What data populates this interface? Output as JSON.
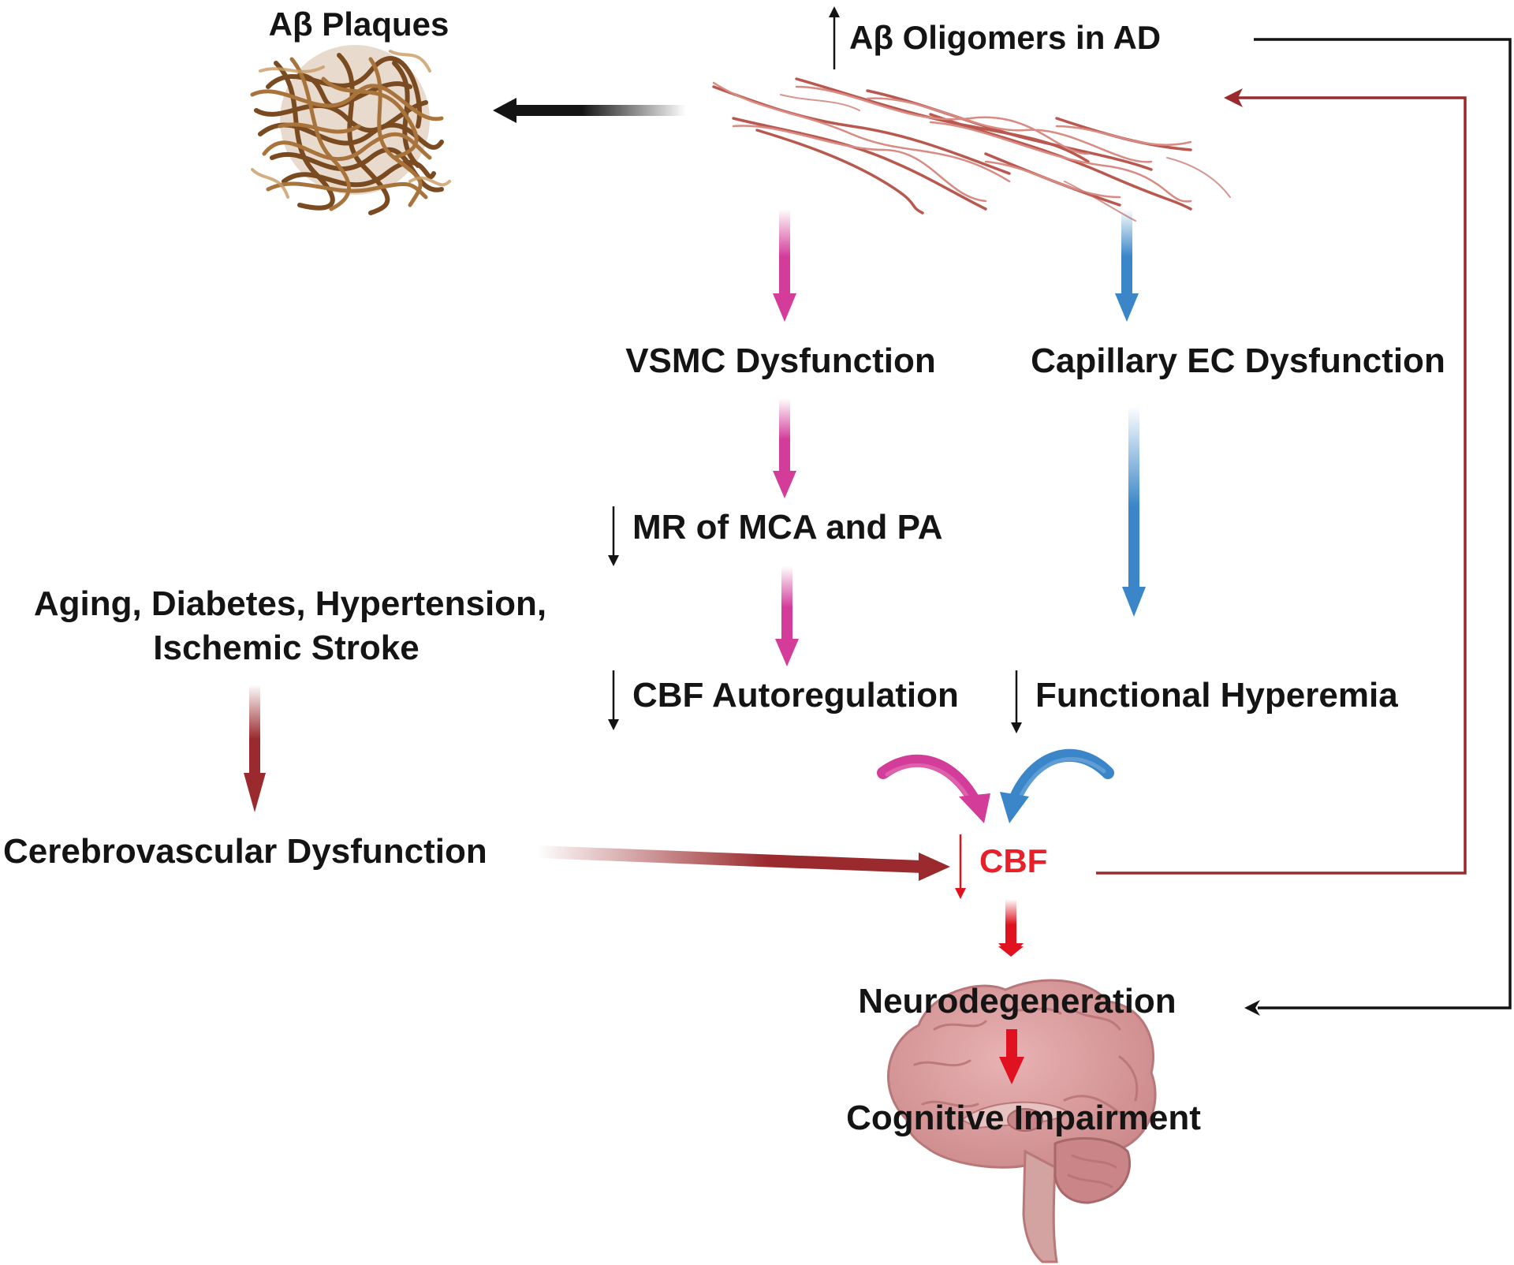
{
  "labels": {
    "abeta_plaques": "Aβ Plaques",
    "abeta_oligomers": "Aβ Oligomers in AD",
    "vsmc_dysfunction": "VSMC Dysfunction",
    "capillary_ec_dysfunction": "Capillary EC Dysfunction",
    "mr_mca_pa": "MR of MCA and PA",
    "cbf_autoregulation": "CBF Autoregulation",
    "functional_hyperemia": "Functional Hyperemia",
    "risk_factors_line1": "Aging, Diabetes, Hypertension,",
    "risk_factors_line2": "Ischemic Stroke",
    "cerebrovascular_dysfunction": "Cerebrovascular Dysfunction",
    "cbf": "CBF",
    "neurodegeneration": "Neurodegeneration",
    "cognitive_impairment": "Cognitive Impairment"
  },
  "colors": {
    "text": "#141414",
    "cbf_text": "#e8202a",
    "vsmc_path": "#d43c9a",
    "ec_path": "#3a86c8",
    "vascular_path": "#9a2a2e",
    "outcome_path": "#e0121f",
    "plaque": "#8a5a2b",
    "oligomer": "#b8584f",
    "brain": "#d9999b"
  },
  "icons": [
    "plaque-fibril-tangle",
    "oligomer-fibrils",
    "brain-sagittal"
  ]
}
